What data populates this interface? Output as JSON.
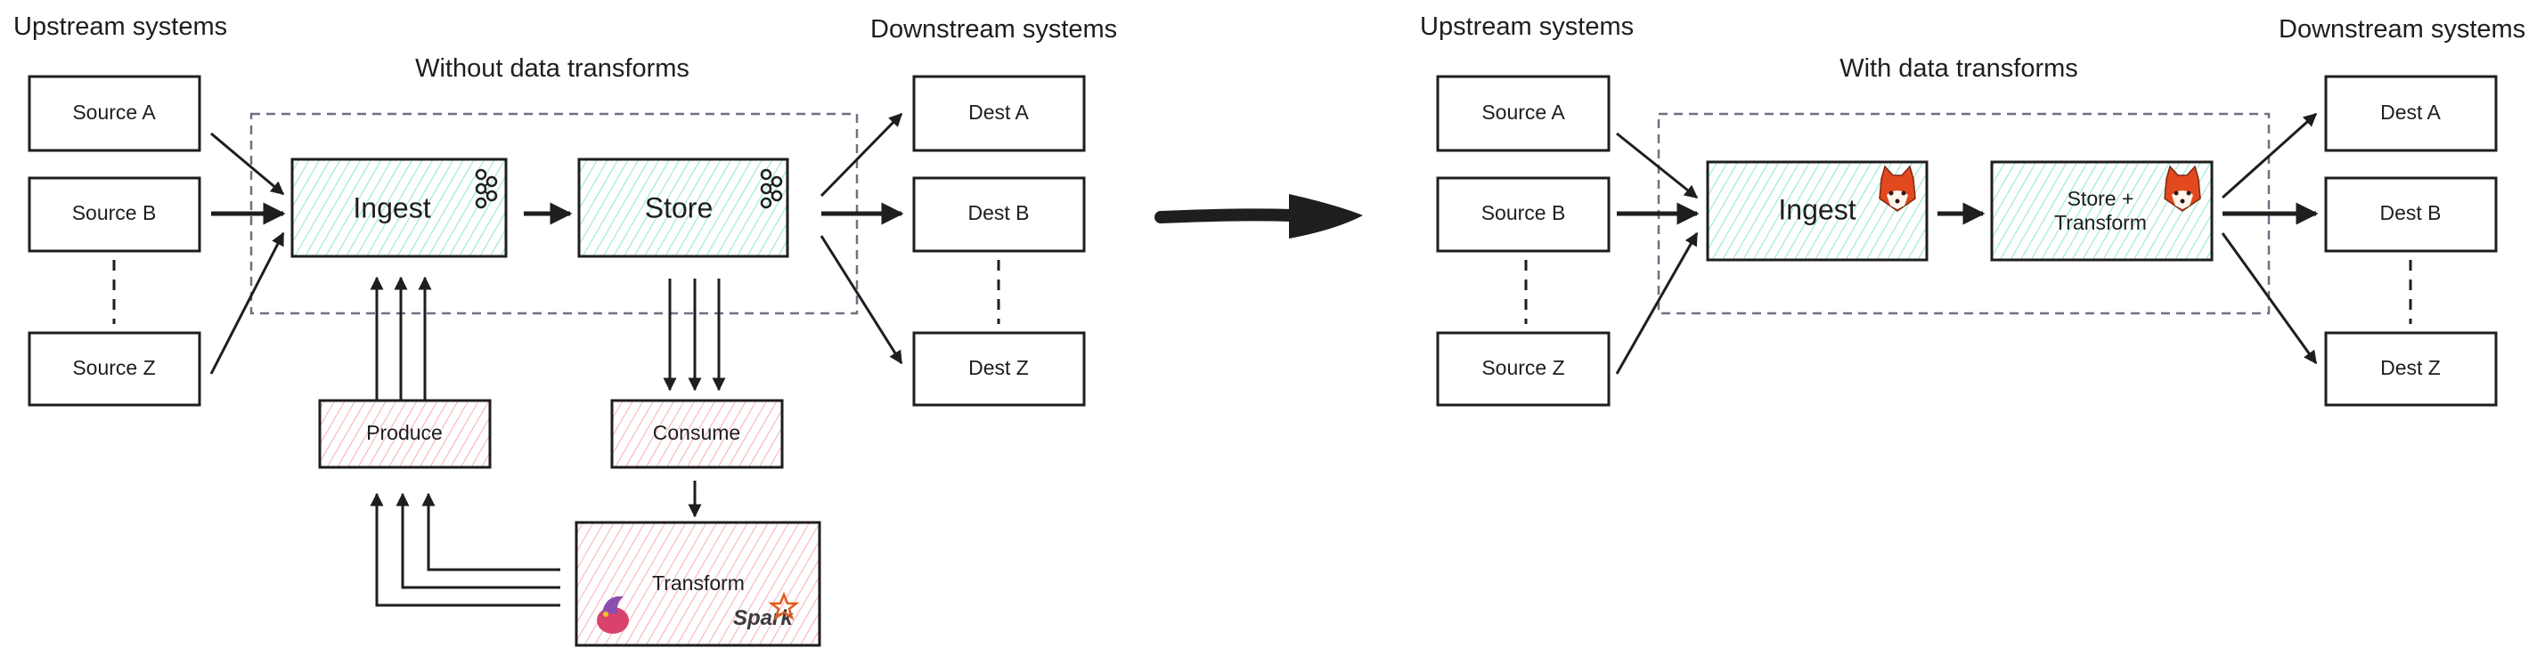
{
  "colors": {
    "stream_fill": "#8ee8cf",
    "processing_fill": "#f7b0b5",
    "stroke": "#1e1e1e",
    "group_border": "#6b7280",
    "redpanda": "#e2491e",
    "spark": "#e25a1c"
  },
  "left": {
    "title": "Without data transforms",
    "upstream_label": "Upstream systems",
    "downstream_label": "Downstream systems",
    "sources": [
      "Source A",
      "Source B",
      "Source Z"
    ],
    "dests": [
      "Dest A",
      "Dest B",
      "Dest Z"
    ],
    "ingest": {
      "label": "Ingest",
      "icon": "kafka-icon"
    },
    "store": {
      "label": "Store",
      "icon": "kafka-icon"
    },
    "produce": "Produce",
    "consume": "Consume",
    "transform": {
      "label": "Transform",
      "icons": [
        "flink-icon",
        "spark-icon"
      ],
      "spark_logo_text": "Spark"
    }
  },
  "right": {
    "title": "With data transforms",
    "upstream_label": "Upstream systems",
    "downstream_label": "Downstream systems",
    "sources": [
      "Source A",
      "Source B",
      "Source Z"
    ],
    "dests": [
      "Dest A",
      "Dest B",
      "Dest Z"
    ],
    "ingest": {
      "label": "Ingest",
      "icon": "redpanda-icon"
    },
    "store": {
      "label_line1": "Store +",
      "label_line2": "Transform",
      "icon": "redpanda-icon"
    }
  }
}
